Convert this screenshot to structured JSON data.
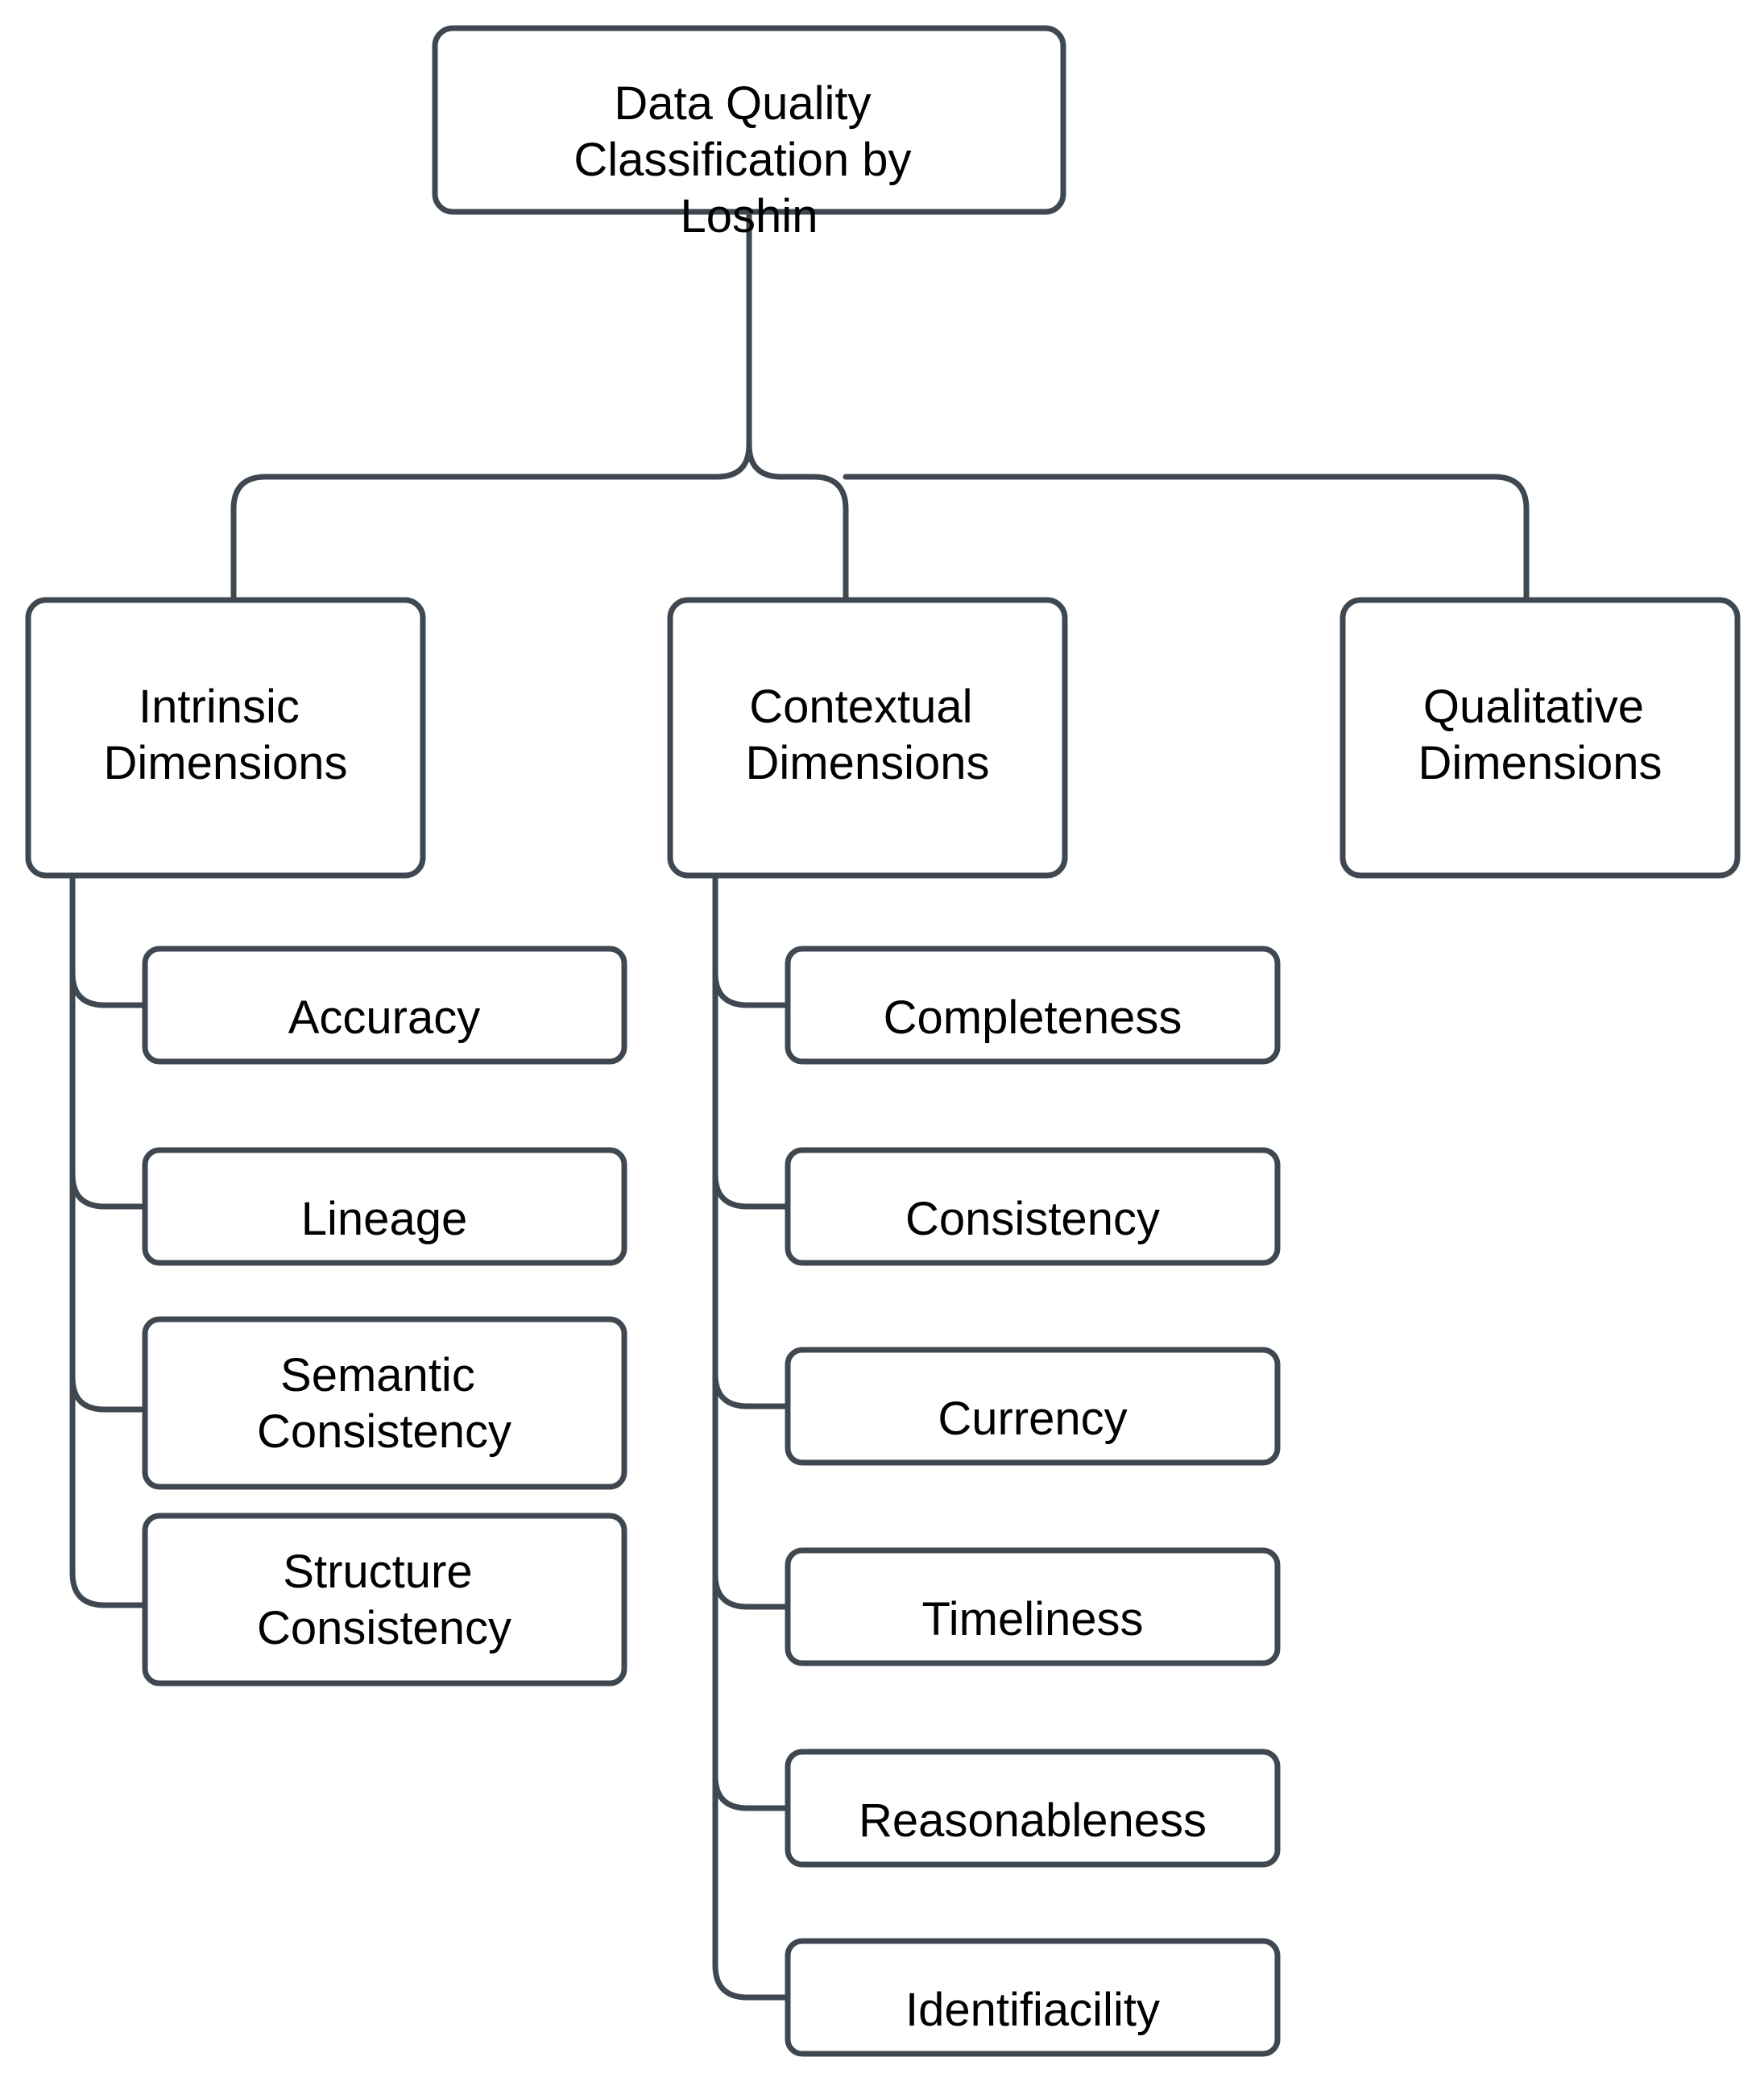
{
  "diagram": {
    "type": "hierarchy-tree",
    "title": "Data Quality Classification by Loshin",
    "colors": {
      "stroke": "#3f4750",
      "node_fill": "#ffffff",
      "text": "#000000",
      "background": "#ffffff"
    },
    "root": {
      "id": "root",
      "lines": [
        "Data Quality",
        "Classification by",
        "Loshin"
      ],
      "label": "Data Quality Classification by Loshin"
    },
    "branches": [
      {
        "id": "intrinsic",
        "lines": [
          "Intrinsic",
          "Dimensions"
        ],
        "label": "Intrinsic Dimensions",
        "children": [
          {
            "id": "accuracy",
            "lines": [
              "Accuracy"
            ],
            "label": "Accuracy"
          },
          {
            "id": "lineage",
            "lines": [
              "Lineage"
            ],
            "label": "Lineage"
          },
          {
            "id": "semantic-consistency",
            "lines": [
              "Semantic",
              "Consistency"
            ],
            "label": "Semantic Consistency"
          },
          {
            "id": "structure-consistency",
            "lines": [
              "Structure",
              "Consistency"
            ],
            "label": "Structure Consistency"
          }
        ]
      },
      {
        "id": "contextual",
        "lines": [
          "Contextual",
          "Dimensions"
        ],
        "label": "Contextual Dimensions",
        "children": [
          {
            "id": "completeness",
            "lines": [
              "Completeness"
            ],
            "label": "Completeness"
          },
          {
            "id": "consistency",
            "lines": [
              "Consistency"
            ],
            "label": "Consistency"
          },
          {
            "id": "currency",
            "lines": [
              "Currency"
            ],
            "label": "Currency"
          },
          {
            "id": "timeliness",
            "lines": [
              "Timeliness"
            ],
            "label": "Timeliness"
          },
          {
            "id": "reasonableness",
            "lines": [
              "Reasonableness"
            ],
            "label": "Reasonableness"
          },
          {
            "id": "identifiacility",
            "lines": [
              "Identifiacility"
            ],
            "label": "Identifiacility"
          }
        ]
      },
      {
        "id": "qualitative",
        "lines": [
          "Qualitative",
          "Dimensions"
        ],
        "label": "Qualitative Dimensions",
        "children": []
      }
    ]
  }
}
